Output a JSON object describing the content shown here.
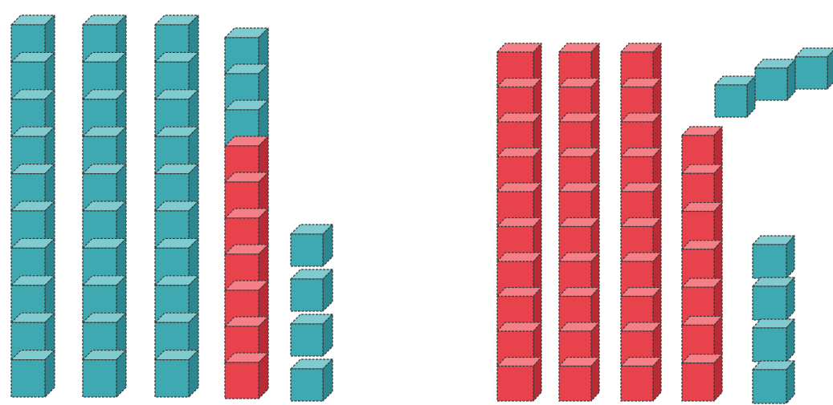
{
  "colors": {
    "teal": {
      "front": "#3fa9b2",
      "top": "#7fcbcf",
      "side": "#2c8790"
    },
    "red": {
      "front": "#e8434d",
      "top": "#f57f86",
      "side": "#b92c36"
    },
    "edge": "#3a3a3a"
  },
  "groups": [
    {
      "name": "left-group",
      "columns": [
        {
          "name": "teal-rod-1",
          "cubes": [
            "teal",
            "teal",
            "teal",
            "teal",
            "teal",
            "teal",
            "teal",
            "teal",
            "teal",
            "teal"
          ]
        },
        {
          "name": "teal-rod-2",
          "cubes": [
            "teal",
            "teal",
            "teal",
            "teal",
            "teal",
            "teal",
            "teal",
            "teal",
            "teal",
            "teal"
          ]
        },
        {
          "name": "teal-rod-3",
          "cubes": [
            "teal",
            "teal",
            "teal",
            "teal",
            "teal",
            "teal",
            "teal",
            "teal",
            "teal",
            "teal"
          ]
        },
        {
          "name": "mixed-rod",
          "cubes": [
            "teal",
            "teal",
            "teal",
            "red",
            "red",
            "red",
            "red",
            "red",
            "red",
            "red"
          ]
        },
        {
          "name": "loose-teal-units",
          "cubes": [
            "teal",
            "teal",
            "teal",
            "teal"
          ]
        }
      ]
    },
    {
      "name": "right-group",
      "columns": [
        {
          "name": "red-rod-1",
          "cubes": [
            "red",
            "red",
            "red",
            "red",
            "red",
            "red",
            "red",
            "red",
            "red",
            "red"
          ]
        },
        {
          "name": "red-rod-2",
          "cubes": [
            "red",
            "red",
            "red",
            "red",
            "red",
            "red",
            "red",
            "red",
            "red",
            "red"
          ]
        },
        {
          "name": "red-rod-3",
          "cubes": [
            "red",
            "red",
            "red",
            "red",
            "red",
            "red",
            "red",
            "red",
            "red",
            "red"
          ]
        },
        {
          "name": "red-partial-rod",
          "cubes": [
            "red",
            "red",
            "red",
            "red",
            "red",
            "red",
            "red"
          ]
        },
        {
          "name": "removed-teal-units",
          "cubes": [
            "teal",
            "teal",
            "teal"
          ]
        },
        {
          "name": "teal-units-stack",
          "cubes": [
            "teal",
            "teal",
            "teal",
            "teal"
          ]
        }
      ]
    }
  ]
}
